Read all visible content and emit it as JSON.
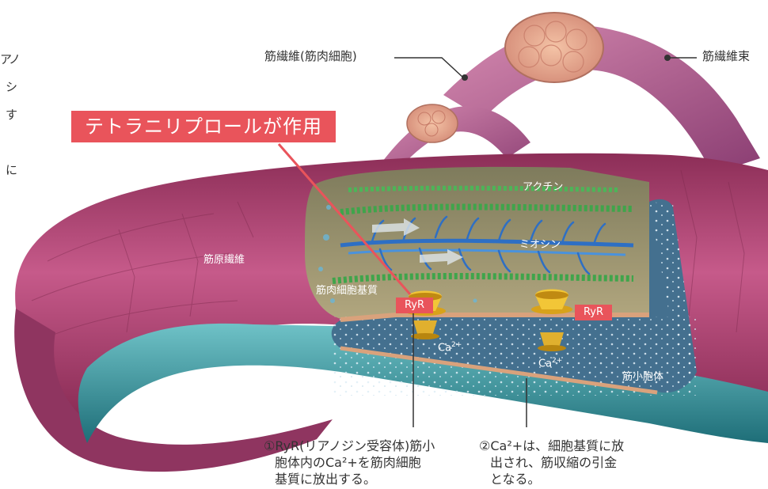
{
  "sidebar": {
    "chars": [
      "ア",
      "ノ",
      "シ",
      "す",
      "に"
    ]
  },
  "banner": {
    "text": "テトラニリプロールが作用"
  },
  "labels": {
    "muscle_fiber": "筋繊維(筋肉細胞)",
    "fiber_bundle": "筋繊維束",
    "myofibril": "筋原繊維",
    "actin": "アクチン",
    "myosin": "ミオシン",
    "cytoplasm": "筋肉細胞基質",
    "sr": "筋小胞体",
    "ca_base": "Ca",
    "ca_sup": "2+"
  },
  "tags": {
    "ryr1": "RyR",
    "ryr2": "RyR"
  },
  "captions": {
    "left": [
      "①RyR(リアノジン受容体)筋小",
      "胞体内のCa²+を筋肉細胞",
      "基質に放出する。"
    ],
    "right": [
      "②Ca²+は、細胞基質に放",
      "出され、筋収縮の引金",
      "となる。"
    ]
  },
  "colors": {
    "accent": "#e9545b",
    "muscle": "#b24a78",
    "sr": "#3e8f96"
  }
}
